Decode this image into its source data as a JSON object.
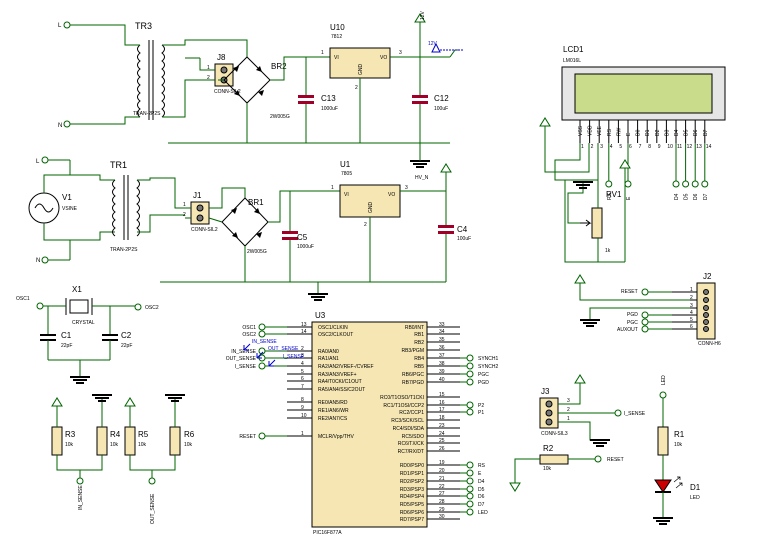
{
  "colors": {
    "wire": "#006400",
    "component_body": "#f5e6b4",
    "capacitor_plate": "#a00028",
    "lcd_glass": "#c8dc8c",
    "led": "#cc0000",
    "probe_label": "#0000cc"
  },
  "tr3": {
    "ref": "TR3",
    "model": "TRAN-2P2S",
    "l": "L",
    "n": "N"
  },
  "j8": {
    "ref": "J8",
    "model": "CONN-SIL2",
    "p1": "1",
    "p2": "2"
  },
  "br2": {
    "ref": "BR2",
    "model": "2W005G"
  },
  "c13": {
    "ref": "C13",
    "value": "1000uF"
  },
  "u10": {
    "ref": "U10",
    "model": "7812",
    "vi": "VI",
    "vo": "VO",
    "gnd": "GND",
    "p1": "1",
    "p2": "2",
    "p3": "3"
  },
  "c12": {
    "ref": "C12",
    "value": "100uF"
  },
  "v12": {
    "pwr": "12V",
    "probe": "12V"
  },
  "tr1": {
    "ref": "TR1",
    "model": "TRAN-2P2S",
    "l": "L",
    "n": "N"
  },
  "v1": {
    "ref": "V1",
    "model": "VSINE"
  },
  "j1": {
    "ref": "J1",
    "model": "CONN-SIL2",
    "p1": "1",
    "p2": "2"
  },
  "br1": {
    "ref": "BR1",
    "model": "2W005G"
  },
  "c5": {
    "ref": "C5",
    "value": "1000uF"
  },
  "u1": {
    "ref": "U1",
    "model": "7805",
    "vi": "VI",
    "vo": "VO",
    "gnd": "GND",
    "p1": "1",
    "p2": "2",
    "p3": "3"
  },
  "c4": {
    "ref": "C4",
    "value": "100uF"
  },
  "lcd": {
    "ref": "LCD1",
    "model": "LM016L",
    "pins": [
      "VSS",
      "VDD",
      "VEE",
      "RS",
      "RW",
      "E",
      "D0",
      "D1",
      "D2",
      "D3",
      "D4",
      "D5",
      "D6",
      "D7"
    ],
    "nums": [
      "1",
      "2",
      "3",
      "4",
      "5",
      "6",
      "7",
      "8",
      "9",
      "10",
      "11",
      "12",
      "13",
      "14"
    ],
    "taps": [
      "RS",
      "E",
      "D4",
      "D5",
      "D6",
      "D7"
    ]
  },
  "hvn": {
    "label": "HV_N"
  },
  "rv1": {
    "ref": "RV1",
    "value": "1k"
  },
  "j2": {
    "ref": "J2",
    "model": "CONN-H6",
    "nums": [
      "1",
      "2",
      "3",
      "4",
      "5",
      "6"
    ],
    "labels": [
      "RESET",
      "PGD",
      "PGC",
      "AUXOUT"
    ]
  },
  "x1": {
    "ref": "X1",
    "model": "CRYSTAL",
    "osc1": "OSC1",
    "osc2": "OSC2"
  },
  "c1": {
    "ref": "C1",
    "value": "22pF"
  },
  "c2": {
    "ref": "C2",
    "value": "22pF"
  },
  "u3": {
    "ref": "U3",
    "model": "PIC16F877A",
    "left": [
      {
        "pin": "OSC1/CLKIN",
        "num": "13",
        "net": "OSC1"
      },
      {
        "pin": "OSC2/CLKOUT",
        "num": "14",
        "net": "OSC2"
      },
      {
        "pin": "RA0/AN0",
        "num": "2",
        "net": "IN_SENSE"
      },
      {
        "pin": "RA1/AN1",
        "num": "3",
        "net": "OUT_SENSE"
      },
      {
        "pin": "RA2/AN2/VREF-/CVREF",
        "num": "4",
        "net": "I_SENSE"
      },
      {
        "pin": "RA3/AN3/VREF+",
        "num": "5",
        "net": ""
      },
      {
        "pin": "RA4/T0CKI/C1OUT",
        "num": "6",
        "net": ""
      },
      {
        "pin": "RA5/AN4/SS/C2OUT",
        "num": "7",
        "net": ""
      },
      {
        "pin": "RE0/AN5/RD",
        "num": "8",
        "net": ""
      },
      {
        "pin": "RE1/AN6/WR",
        "num": "9",
        "net": ""
      },
      {
        "pin": "RE2/AN7/CS",
        "num": "10",
        "net": ""
      },
      {
        "pin": "MCLR/Vpp/THV",
        "num": "1",
        "net": "RESET"
      }
    ],
    "right": [
      {
        "pin": "RB0/INT",
        "num": "33",
        "net": ""
      },
      {
        "pin": "RB1",
        "num": "34",
        "net": ""
      },
      {
        "pin": "RB2",
        "num": "35",
        "net": ""
      },
      {
        "pin": "RB3/PGM",
        "num": "36",
        "net": ""
      },
      {
        "pin": "RB4",
        "num": "37",
        "net": "SYNCH1"
      },
      {
        "pin": "RB5",
        "num": "38",
        "net": "SYNCH2"
      },
      {
        "pin": "RB6/PGC",
        "num": "39",
        "net": "PGC"
      },
      {
        "pin": "RB7/PGD",
        "num": "40",
        "net": "PGD"
      },
      {
        "pin": "RC0/T1OSO/T1CKI",
        "num": "15",
        "net": ""
      },
      {
        "pin": "RC1/T1OSI/CCP2",
        "num": "16",
        "net": "P2"
      },
      {
        "pin": "RC2/CCP1",
        "num": "17",
        "net": "P1"
      },
      {
        "pin": "RC3/SCK/SCL",
        "num": "18",
        "net": ""
      },
      {
        "pin": "RC4/SDI/SDA",
        "num": "23",
        "net": ""
      },
      {
        "pin": "RC5/SDO",
        "num": "24",
        "net": ""
      },
      {
        "pin": "RC6/TX/CK",
        "num": "25",
        "net": ""
      },
      {
        "pin": "RC7/RX/DT",
        "num": "26",
        "net": ""
      },
      {
        "pin": "RD0/PSP0",
        "num": "19",
        "net": "RS"
      },
      {
        "pin": "RD1/PSP1",
        "num": "20",
        "net": "E"
      },
      {
        "pin": "RD2/PSP2",
        "num": "21",
        "net": "D4"
      },
      {
        "pin": "RD3/PSP3",
        "num": "22",
        "net": "D5"
      },
      {
        "pin": "RD4/PSP4",
        "num": "27",
        "net": "D6"
      },
      {
        "pin": "RD5/PSP5",
        "num": "28",
        "net": "D7"
      },
      {
        "pin": "RD6/PSP6",
        "num": "29",
        "net": "LED"
      },
      {
        "pin": "RD7/PSP7",
        "num": "30",
        "net": ""
      }
    ]
  },
  "probes": {
    "in_sense": "IN_SENSE",
    "out_sense": "OUT_SENSE",
    "i_sense": "I_SENSE"
  },
  "r3": {
    "ref": "R3",
    "value": "10k"
  },
  "r4": {
    "ref": "R4",
    "value": "10k"
  },
  "r5": {
    "ref": "R5",
    "value": "10k"
  },
  "r6": {
    "ref": "R6",
    "value": "10k"
  },
  "sense_labels": {
    "in": "IN_SENSE",
    "out": "OUT_SENSE"
  },
  "j3": {
    "ref": "J3",
    "model": "CONN-SIL3",
    "p1": "1",
    "p2": "2",
    "p3": "3",
    "net": "I_SENSE"
  },
  "r2": {
    "ref": "R2",
    "value": "10k",
    "net": "RESET"
  },
  "r1": {
    "ref": "R1",
    "value": "10k",
    "led_net": "LED"
  },
  "d1": {
    "ref": "D1",
    "model": "LED"
  }
}
